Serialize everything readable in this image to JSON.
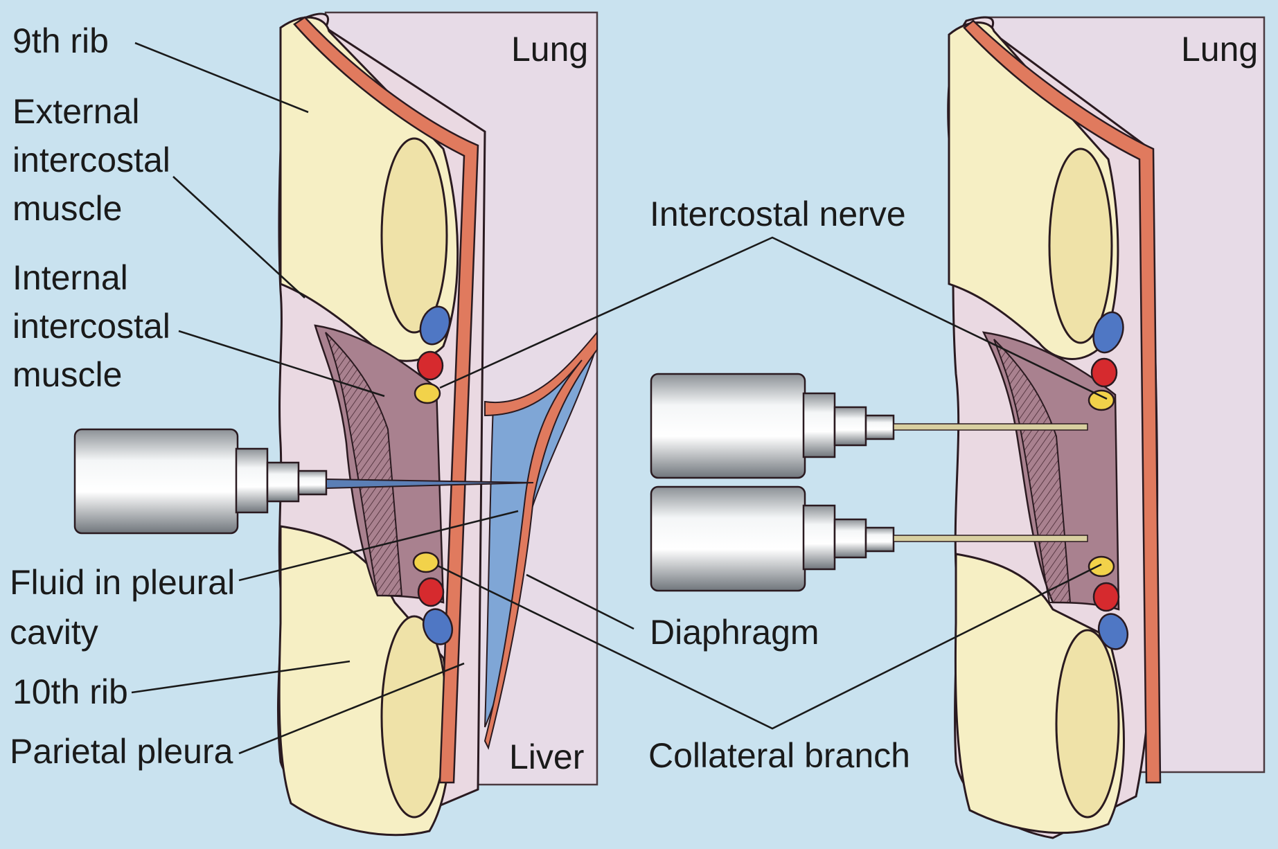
{
  "labels": {
    "rib9": "9th rib",
    "external": [
      "External",
      "intercostal",
      "muscle"
    ],
    "internal": [
      "Internal",
      "intercostal",
      "muscle"
    ],
    "fluid": [
      "Fluid in pleural",
      "cavity"
    ],
    "rib10": "10th rib",
    "parietal": "Parietal pleura",
    "lung_left": "Lung",
    "liver": "Liver",
    "lung_right": "Lung",
    "intercostal_nerve": "Intercostal nerve",
    "diaphragm": "Diaphragm",
    "collateral": "Collateral branch"
  },
  "colors": {
    "background": "#c9e2ef",
    "bone": "#f6efc4",
    "marrow": "#efe2a8",
    "muscle_light": "#e6d4df",
    "muscle_dark": "#a9818f",
    "pleura": "#e07a5e",
    "lung_panel": "#e7dbe7",
    "fluid": "#7fa6d6",
    "vein": "#4f77c4",
    "artery": "#d62a2e",
    "nerve": "#f2d24a"
  }
}
